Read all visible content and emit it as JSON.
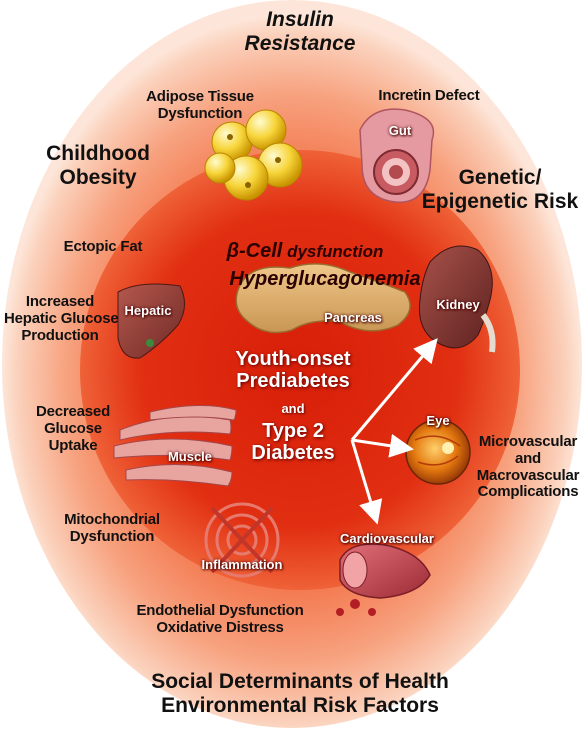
{
  "outer_risks": {
    "insulin": [
      "Insulin",
      "Resistance"
    ],
    "obesity": [
      "Childhood",
      "Obesity"
    ],
    "genetic": [
      "Genetic/",
      "Epigenetic Risk"
    ],
    "social": [
      "Social Determinants of Health",
      "Environmental Risk Factors"
    ]
  },
  "mechanisms": {
    "adipose": [
      "Adipose Tissue",
      "Dysfunction"
    ],
    "incretin": "Incretin Defect",
    "ectopic": "Ectopic Fat",
    "hepatic_glucose": [
      "Increased",
      "Hepatic Glucose",
      "Production"
    ],
    "uptake": [
      "Decreased",
      "Glucose",
      "Uptake"
    ],
    "mito": [
      "Mitochondrial",
      "Dysfunction"
    ],
    "endothelial": [
      "Endothelial Dysfunction",
      "Oxidative Distress"
    ],
    "complications": [
      "Microvascular",
      "and",
      "Macrovascular",
      "Complications"
    ]
  },
  "organs": {
    "gut": "Gut",
    "hepatic": "Hepatic",
    "kidney": "Kidney",
    "muscle": "Muscle",
    "eye": "Eye",
    "inflammation": "Inflammation",
    "cardiovascular": "Cardiovascular",
    "pancreas": "Pancreas"
  },
  "core": {
    "beta_prefix": "β-Cell",
    "beta_suffix": " dysfunction",
    "glucagon": "Hyperglucagonemia",
    "line1": "Youth-onset",
    "line2": "Prediabetes",
    "and": "and",
    "line3": "Type 2",
    "line4": "Diabetes"
  },
  "colors": {
    "outer_ring": "#f7b79a",
    "middle_ring": "#f06d3c",
    "inner_core": "#d91f0a",
    "arrow": "#ffffff"
  }
}
